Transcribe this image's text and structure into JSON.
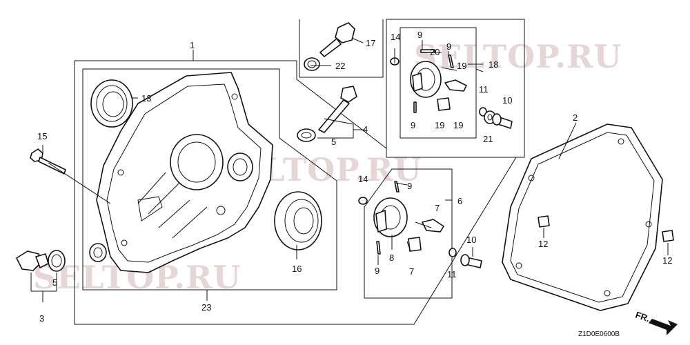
{
  "diagram": {
    "watermark": "SELTOP.RU",
    "drawing_code": "Z1D0E0600B",
    "direction_label": "FR.",
    "callouts": [
      {
        "key": "c1",
        "label": "1"
      },
      {
        "key": "c2",
        "label": "2"
      },
      {
        "key": "c3",
        "label": "3"
      },
      {
        "key": "c4",
        "label": "4"
      },
      {
        "key": "c5a",
        "label": "5"
      },
      {
        "key": "c5b",
        "label": "5"
      },
      {
        "key": "c6",
        "label": "6"
      },
      {
        "key": "c7a",
        "label": "7"
      },
      {
        "key": "c7b",
        "label": "7"
      },
      {
        "key": "c8",
        "label": "8"
      },
      {
        "key": "c9a",
        "label": "9"
      },
      {
        "key": "c9b",
        "label": "9"
      },
      {
        "key": "c9c",
        "label": "9"
      },
      {
        "key": "c9d",
        "label": "9"
      },
      {
        "key": "c9e",
        "label": "9"
      },
      {
        "key": "c10a",
        "label": "10"
      },
      {
        "key": "c10b",
        "label": "10"
      },
      {
        "key": "c11a",
        "label": "11"
      },
      {
        "key": "c11b",
        "label": "11"
      },
      {
        "key": "c12a",
        "label": "12"
      },
      {
        "key": "c12b",
        "label": "12"
      },
      {
        "key": "c13",
        "label": "13"
      },
      {
        "key": "c14a",
        "label": "14"
      },
      {
        "key": "c14b",
        "label": "14"
      },
      {
        "key": "c15",
        "label": "15"
      },
      {
        "key": "c16",
        "label": "16"
      },
      {
        "key": "c17",
        "label": "17"
      },
      {
        "key": "c18",
        "label": "18"
      },
      {
        "key": "c19a",
        "label": "19"
      },
      {
        "key": "c19b",
        "label": "19"
      },
      {
        "key": "c19c",
        "label": "19"
      },
      {
        "key": "c20",
        "label": "20"
      },
      {
        "key": "c21",
        "label": "21"
      },
      {
        "key": "c22",
        "label": "22"
      },
      {
        "key": "c23",
        "label": "23"
      }
    ]
  }
}
